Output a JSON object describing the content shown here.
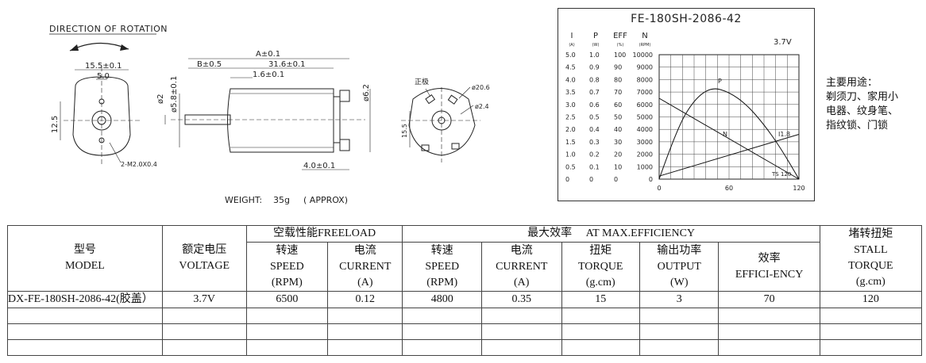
{
  "drawing": {
    "direction_label": "DIRECTION OF ROTATION",
    "weight_label": "WEIGHT:",
    "weight_value": "35g",
    "weight_note": "( APPROX)",
    "dims": {
      "d155": "15.5±0.1",
      "d50": "5.0",
      "d125": "12.5",
      "screw": "2-M2.0X0.4",
      "a": "A±0.1",
      "b": "B±0.5",
      "l316": "31.6±0.1",
      "l16": "1.6±0.1",
      "phi2": "ø2",
      "phi58": "ø5.8±0.1",
      "phi62": "ø6.2",
      "l40": "4.0±0.1",
      "pos": "正极",
      "phi206": "ø20.6",
      "phi24": "ø2.4",
      "d155b": "15.5"
    }
  },
  "chart": {
    "title": "FE-180SH-2086-42",
    "voltage": "3.7V",
    "headers": [
      {
        "sym": "I",
        "unit": "(A)"
      },
      {
        "sym": "P",
        "unit": "(W)"
      },
      {
        "sym": "EFF",
        "unit": "(%)"
      },
      {
        "sym": "N",
        "unit": "(RPM)"
      }
    ],
    "curve_labels": {
      "p": "P",
      "n": "N",
      "i": "I1.8",
      "ts": "TS 120"
    },
    "x_ticks": [
      "0",
      "60",
      "120"
    ]
  },
  "chart_data": {
    "type": "line",
    "title": "FE-180SH-2086-42",
    "annotation": "3.7V",
    "x_ticks": [
      0,
      60,
      120
    ],
    "xlim": [
      0,
      120
    ],
    "y_scales": {
      "I": [
        "5.0",
        "4.5",
        "4.0",
        "3.5",
        "3.0",
        "2.5",
        "2.0",
        "1.5",
        "1.0",
        "0.5",
        "0"
      ],
      "P": [
        "1.0",
        "0.9",
        "0.8",
        "0.7",
        "0.6",
        "0.5",
        "0.4",
        "0.3",
        "0.2",
        "0.1",
        "0"
      ],
      "EFF": [
        "100",
        "90",
        "80",
        "70",
        "60",
        "50",
        "40",
        "30",
        "20",
        "10",
        "0"
      ],
      "N": [
        "10000",
        "9000",
        "8000",
        "7000",
        "6000",
        "5000",
        "4000",
        "3000",
        "2000",
        "1000",
        "0"
      ]
    },
    "series": [
      {
        "name": "N",
        "x": [
          0,
          120
        ],
        "y": [
          6500,
          0
        ]
      },
      {
        "name": "I",
        "x": [
          0,
          120
        ],
        "y": [
          0.12,
          1.8
        ]
      },
      {
        "name": "P",
        "x": [
          0,
          15,
          30,
          45,
          60,
          75,
          90,
          105,
          120
        ],
        "y": [
          0,
          0.4,
          0.64,
          0.74,
          0.7,
          0.6,
          0.44,
          0.24,
          0
        ]
      }
    ]
  },
  "uses": {
    "heading": "主要用途：",
    "lines": [
      "剃须刀、家用小",
      "电器、纹身笔、",
      "指纹锁、门锁"
    ]
  },
  "table": {
    "model_header": [
      "型号",
      "MODEL"
    ],
    "voltage_header": [
      "额定电压",
      "VOLTAGE"
    ],
    "freeload_header": "空载性能FREELOAD",
    "maxeff_header": "最大效率     AT MAX.EFFICIENCY",
    "stall_header": [
      "堵转扭矩",
      "STALL",
      "TORQUE",
      "(g.cm)"
    ],
    "speed1": [
      "转速",
      "SPEED",
      "(RPM)"
    ],
    "current1": [
      "电流",
      "CURRENT",
      "(A)"
    ],
    "speed2": [
      "转速",
      "SPEED",
      "(RPM)"
    ],
    "current2": [
      "电流",
      "CURRENT",
      "(A)"
    ],
    "torque": [
      "扭矩",
      "TORQUE",
      "(g.cm)"
    ],
    "output": [
      "输出功率",
      "OUTPUT",
      "(W)"
    ],
    "efficiency": [
      "效率",
      "EFFICI-ENCY"
    ],
    "row": {
      "model": "DX-FE-180SH-2086-42(胶盖）",
      "voltage": "3.7V",
      "speed1": "6500",
      "current1": "0.12",
      "speed2": "4800",
      "current2": "0.35",
      "torque": "15",
      "output": "3",
      "efficiency": "70",
      "stall": "120"
    }
  }
}
